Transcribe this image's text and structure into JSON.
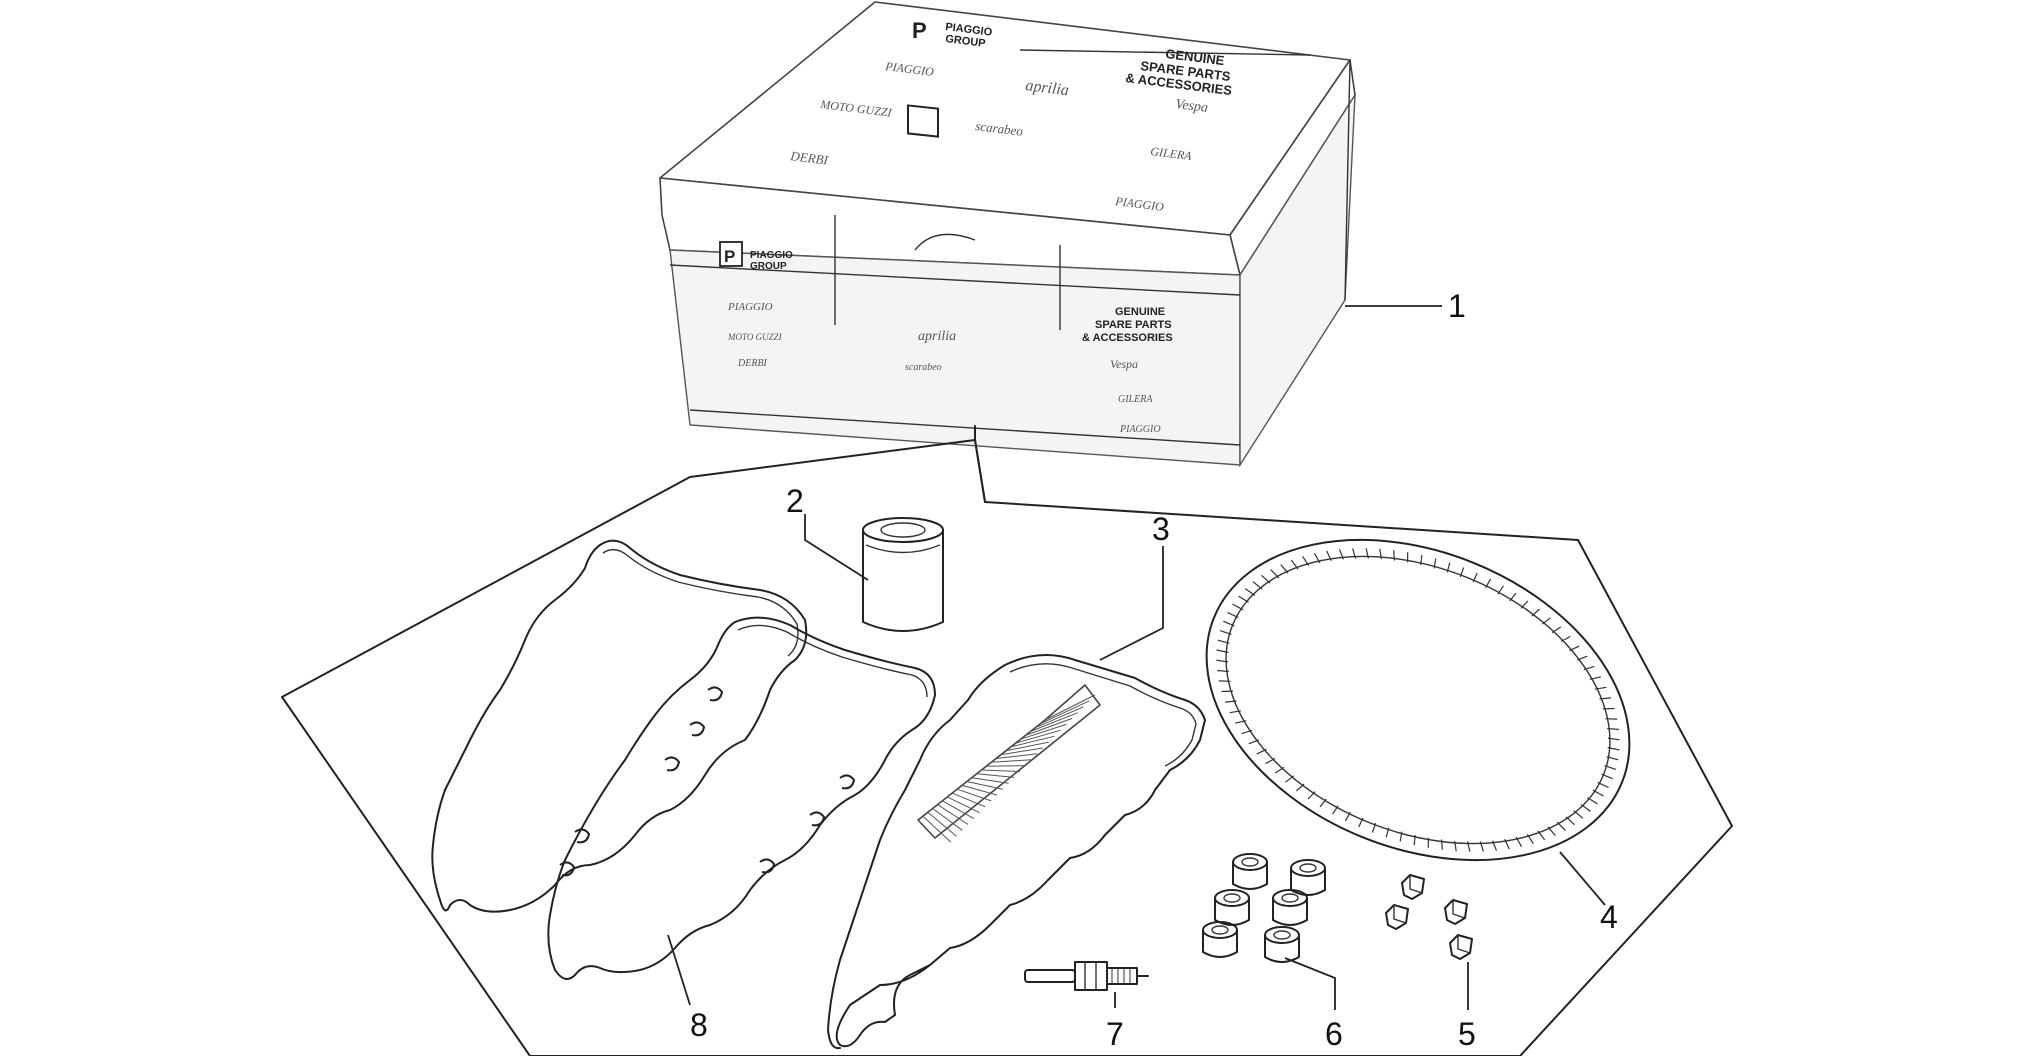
{
  "box": {
    "group_label_line1": "PIAGGIO",
    "group_label_line2": "GROUP",
    "logo_letter": "P",
    "genuine_line1": "GENUINE",
    "genuine_line2": "SPARE PARTS",
    "genuine_line3": "& ACCESSORIES",
    "brands": [
      "PIAGGIO",
      "aprilia",
      "Vespa",
      "MOTO GUZZI",
      "scarabeo",
      "DERBI",
      "GILERA",
      "PIAGGIO"
    ]
  },
  "callouts": [
    "1",
    "2",
    "3",
    "4",
    "5",
    "6",
    "7",
    "8"
  ]
}
